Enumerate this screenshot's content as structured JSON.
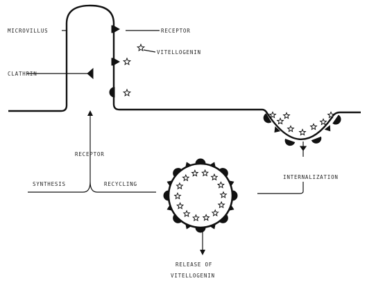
{
  "labels": {
    "microvillus": "MICROVILLUS",
    "receptor_top": "RECEPTOR",
    "vitellogenin": "VITELLOGENIN",
    "clathrin": "CLATHRIN",
    "receptor_mid": "RECEPTOR",
    "synthesis": "SYNTHESIS",
    "recycling": "RECYCLING",
    "internalization": "INTERNALIZATION",
    "release_line1": "RELEASE OF",
    "release_line2": "VITELLOGENIN"
  },
  "colors": {
    "ink": "#111111",
    "background": "#ffffff"
  }
}
